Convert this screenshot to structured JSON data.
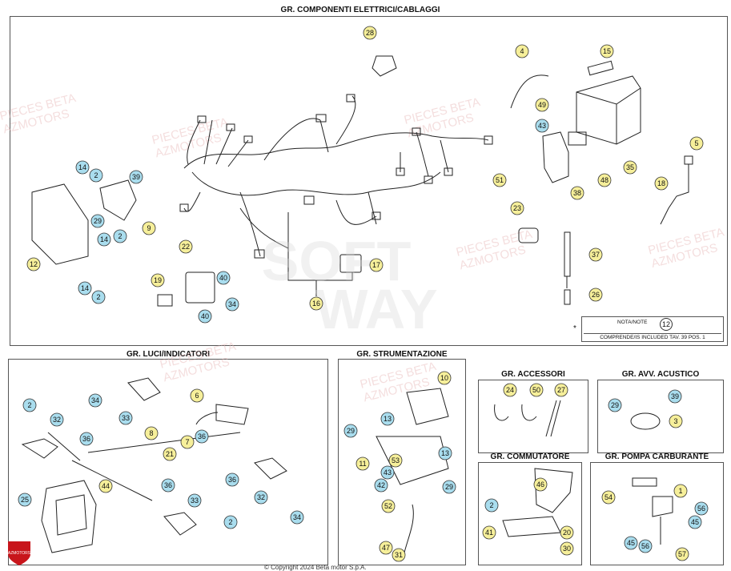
{
  "sections": [
    {
      "id": "cablaggi",
      "title": "GR. COMPONENTI ELETTRICI/CABLAGGI"
    },
    {
      "id": "luci",
      "title": "GR. LUCI/INDICATORI"
    },
    {
      "id": "strumentazione",
      "title": "GR. STRUMENTAZIONE"
    },
    {
      "id": "accessori",
      "title": "GR. ACCESSORI"
    },
    {
      "id": "acustico",
      "title": "GR. AVV. ACUSTICO"
    },
    {
      "id": "commutatore",
      "title": "GR. COMMUTATORE"
    },
    {
      "id": "pompa",
      "title": "GR. POMPA CARBURANTE"
    }
  ],
  "note": {
    "label": "NOTA/NOTE",
    "ref": "12",
    "star": "*",
    "text": "COMPRENDE/IS INCLUDED TAV. 39 POS. 1"
  },
  "watermark": "PIECES BETA AZMOTORS",
  "logo_text": "AZMOTORS",
  "copyright": "© Copyright 2024 Beta motor S.p.A.",
  "callouts": [
    {
      "n": "28",
      "c": "#f6ef9a"
    },
    {
      "n": "4",
      "c": "#f6ef9a"
    },
    {
      "n": "15",
      "c": "#f6ef9a"
    },
    {
      "n": "49",
      "c": "#f6ef9a"
    },
    {
      "n": "43",
      "c": "#a9ddee"
    },
    {
      "n": "35",
      "c": "#f6ef9a"
    },
    {
      "n": "48",
      "c": "#f6ef9a"
    },
    {
      "n": "38",
      "c": "#f6ef9a"
    },
    {
      "n": "51",
      "c": "#f6ef9a"
    },
    {
      "n": "5",
      "c": "#f6ef9a"
    },
    {
      "n": "18",
      "c": "#f6ef9a"
    },
    {
      "n": "23",
      "c": "#f6ef9a"
    },
    {
      "n": "37",
      "c": "#f6ef9a"
    },
    {
      "n": "26",
      "c": "#f6ef9a"
    },
    {
      "n": "14",
      "c": "#a9ddee"
    },
    {
      "n": "2",
      "c": "#a9ddee"
    },
    {
      "n": "39",
      "c": "#a9ddee"
    },
    {
      "n": "9",
      "c": "#f6ef9a"
    },
    {
      "n": "29",
      "c": "#a9ddee"
    },
    {
      "n": "14",
      "c": "#a9ddee"
    },
    {
      "n": "2",
      "c": "#a9ddee"
    },
    {
      "n": "12",
      "c": "#f6ef9a"
    },
    {
      "n": "14",
      "c": "#a9ddee"
    },
    {
      "n": "2",
      "c": "#a9ddee"
    },
    {
      "n": "22",
      "c": "#f6ef9a"
    },
    {
      "n": "19",
      "c": "#f6ef9a"
    },
    {
      "n": "40",
      "c": "#a9ddee"
    },
    {
      "n": "34",
      "c": "#a9ddee"
    },
    {
      "n": "40",
      "c": "#a9ddee"
    },
    {
      "n": "16",
      "c": "#f6ef9a"
    },
    {
      "n": "17",
      "c": "#f6ef9a"
    },
    {
      "n": "34",
      "c": "#a9ddee"
    },
    {
      "n": "33",
      "c": "#a9ddee"
    },
    {
      "n": "6",
      "c": "#f6ef9a"
    },
    {
      "n": "2",
      "c": "#a9ddee"
    },
    {
      "n": "32",
      "c": "#a9ddee"
    },
    {
      "n": "36",
      "c": "#a9ddee"
    },
    {
      "n": "8",
      "c": "#f6ef9a"
    },
    {
      "n": "7",
      "c": "#f6ef9a"
    },
    {
      "n": "36",
      "c": "#a9ddee"
    },
    {
      "n": "21",
      "c": "#f6ef9a"
    },
    {
      "n": "44",
      "c": "#f6ef9a"
    },
    {
      "n": "36",
      "c": "#a9ddee"
    },
    {
      "n": "32",
      "c": "#a9ddee"
    },
    {
      "n": "25",
      "c": "#a9ddee"
    },
    {
      "n": "36",
      "c": "#a9ddee"
    },
    {
      "n": "33",
      "c": "#a9ddee"
    },
    {
      "n": "34",
      "c": "#a9ddee"
    },
    {
      "n": "2",
      "c": "#a9ddee"
    },
    {
      "n": "10",
      "c": "#f6ef9a"
    },
    {
      "n": "29",
      "c": "#a9ddee"
    },
    {
      "n": "13",
      "c": "#a9ddee"
    },
    {
      "n": "13",
      "c": "#a9ddee"
    },
    {
      "n": "11",
      "c": "#f6ef9a"
    },
    {
      "n": "53",
      "c": "#f6ef9a"
    },
    {
      "n": "43",
      "c": "#a9ddee"
    },
    {
      "n": "42",
      "c": "#a9ddee"
    },
    {
      "n": "29",
      "c": "#a9ddee"
    },
    {
      "n": "52",
      "c": "#f6ef9a"
    },
    {
      "n": "47",
      "c": "#f6ef9a"
    },
    {
      "n": "31",
      "c": "#f6ef9a"
    },
    {
      "n": "24",
      "c": "#f6ef9a"
    },
    {
      "n": "50",
      "c": "#f6ef9a"
    },
    {
      "n": "27",
      "c": "#f6ef9a"
    },
    {
      "n": "29",
      "c": "#a9ddee"
    },
    {
      "n": "39",
      "c": "#a9ddee"
    },
    {
      "n": "3",
      "c": "#f6ef9a"
    },
    {
      "n": "46",
      "c": "#f6ef9a"
    },
    {
      "n": "2",
      "c": "#a9ddee"
    },
    {
      "n": "41",
      "c": "#f6ef9a"
    },
    {
      "n": "20",
      "c": "#f6ef9a"
    },
    {
      "n": "30",
      "c": "#f6ef9a"
    },
    {
      "n": "54",
      "c": "#f6ef9a"
    },
    {
      "n": "1",
      "c": "#f6ef9a"
    },
    {
      "n": "56",
      "c": "#a9ddee"
    },
    {
      "n": "45",
      "c": "#a9ddee"
    },
    {
      "n": "45",
      "c": "#a9ddee"
    },
    {
      "n": "56",
      "c": "#a9ddee"
    },
    {
      "n": "57",
      "c": "#f6ef9a"
    }
  ]
}
